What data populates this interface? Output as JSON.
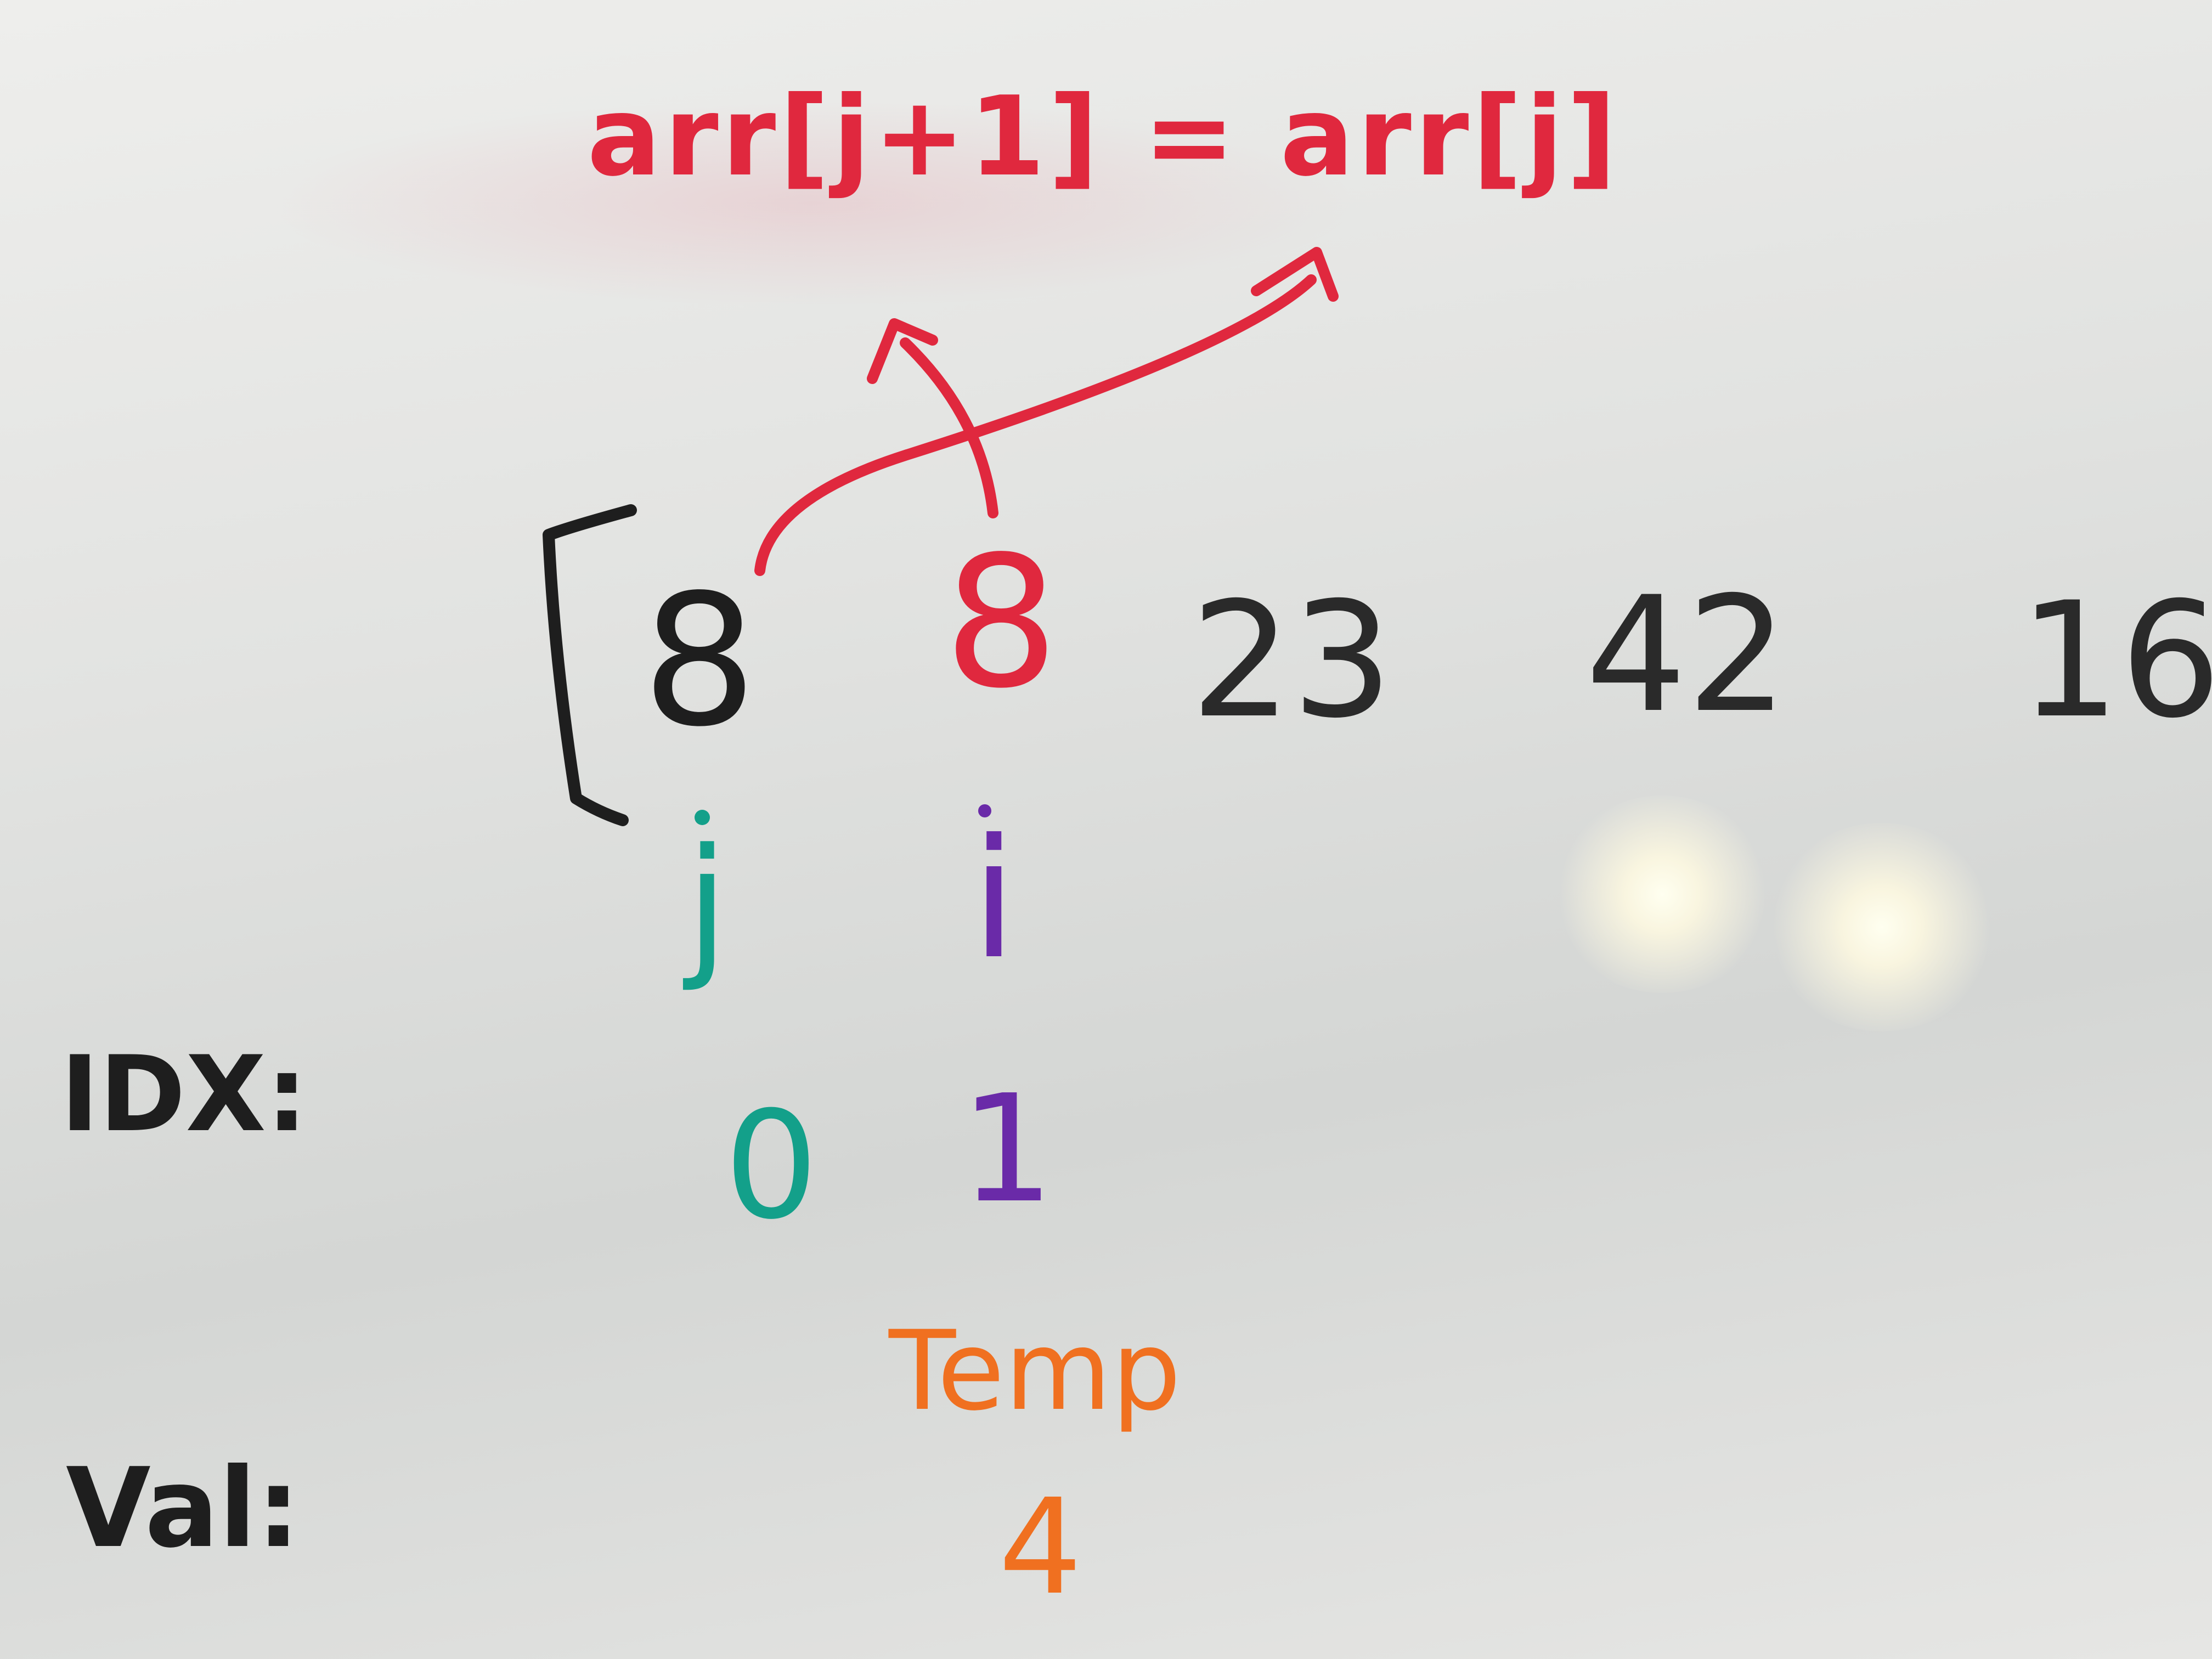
{
  "whiteboard": {
    "formula": {
      "text": "arr[j+1] = arr[j]",
      "color": "#e0283e"
    },
    "array": {
      "open_bracket": "[",
      "values": [
        "8",
        "8",
        "23",
        "42",
        "16"
      ],
      "value_colors": [
        "#1e1e1e",
        "#e0283e",
        "#2a2a2a",
        "#2a2a2a",
        "#2a2a2a"
      ]
    },
    "pointers": {
      "j": {
        "label": "j",
        "index": "0",
        "color": "#13a08a"
      },
      "i": {
        "label": "i",
        "index": "1",
        "color": "#6a2aa8"
      }
    },
    "row_labels": {
      "idx": "IDX:",
      "val": "Val:"
    },
    "temp": {
      "label": "Temp",
      "value": "4",
      "color": "#f07020"
    },
    "arrow_color": "#e0283e"
  }
}
